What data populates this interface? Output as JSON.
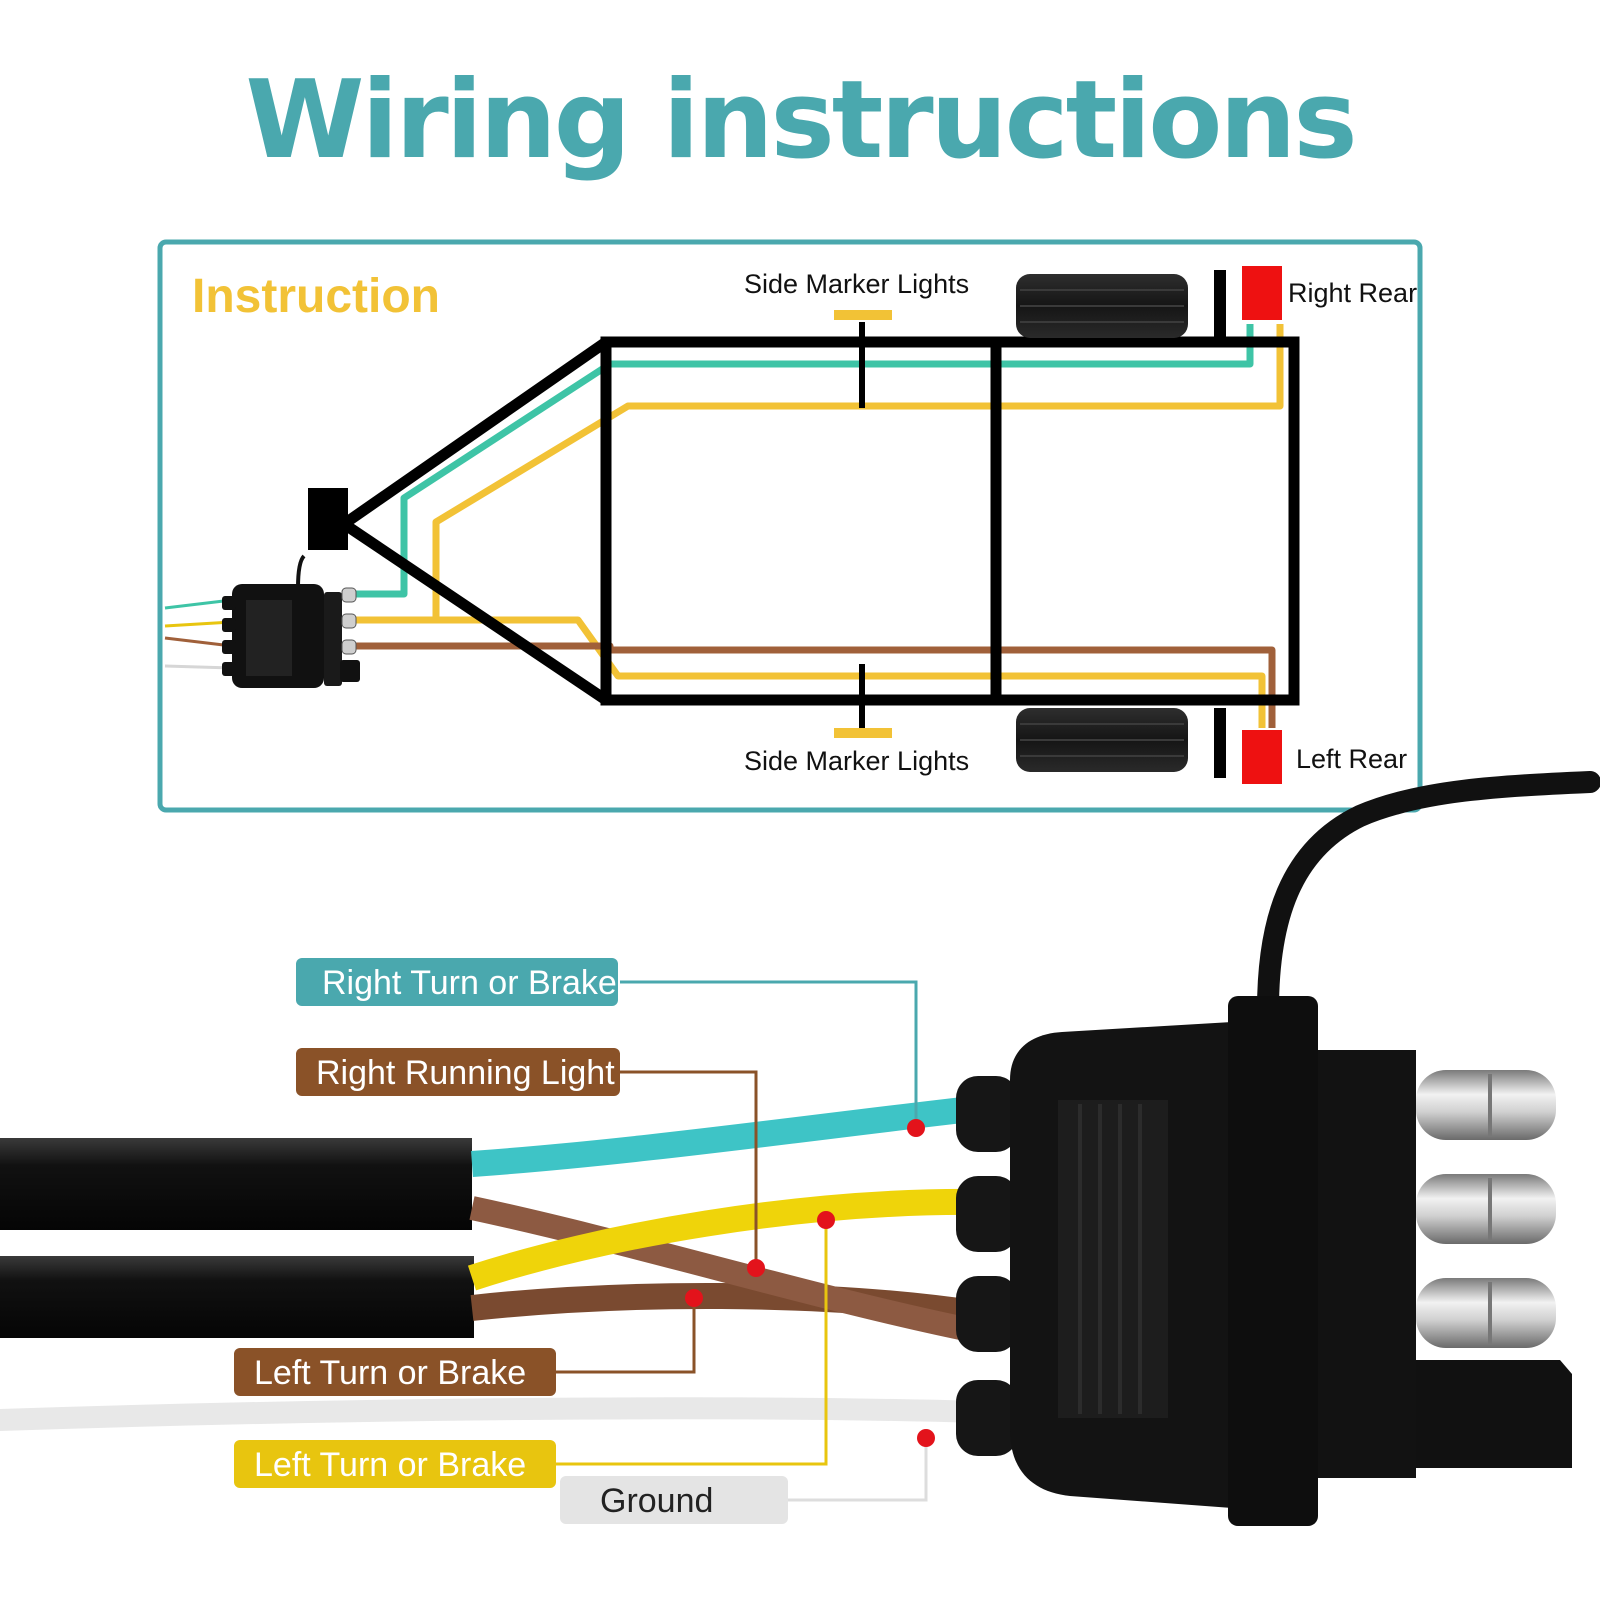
{
  "title": "Wiring instructions",
  "instruction_box": {
    "heading": "Instruction",
    "side_marker_top": "Side Marker Lights",
    "side_marker_bottom": "Side Marker Lights",
    "right_rear": "Right Rear",
    "left_rear": "Left Rear"
  },
  "callouts": [
    {
      "label": "Right Turn or Brake",
      "color": "#4aa8ae"
    },
    {
      "label": "Right Running Light",
      "color": "#8a5228"
    },
    {
      "label": "Left Turn or Brake",
      "color": "#8a5228"
    },
    {
      "label": "Left Turn or Brake",
      "color": "#e8c50f"
    },
    {
      "label": "Ground",
      "color": "#e4e4e4"
    }
  ],
  "colors": {
    "title": "#4aa8ae",
    "frame": "#4aa8ae",
    "heading": "#f2c236",
    "wire_green": "#3ec4a6",
    "wire_yellow": "#f2c236",
    "wire_brown": "#a0603a",
    "tail_light": "#ee1111",
    "pin_dot": "#e3131b"
  }
}
